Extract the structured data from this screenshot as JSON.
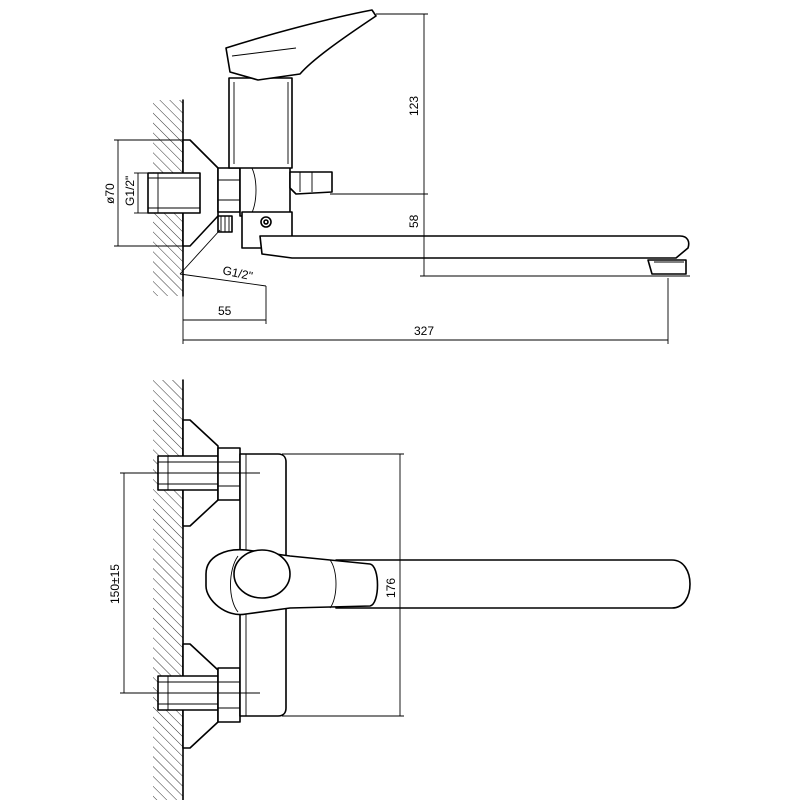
{
  "side_view": {
    "dim_height_top": "123",
    "dim_height_spout": "58",
    "dim_wall_offset": "55",
    "dim_total_length": "327",
    "dim_diameter": "ø70",
    "thread_inlet": "G1/2\"",
    "thread_outlet": "G1/2\""
  },
  "front_view": {
    "dim_centers": "150±15",
    "dim_body_height": "176"
  }
}
